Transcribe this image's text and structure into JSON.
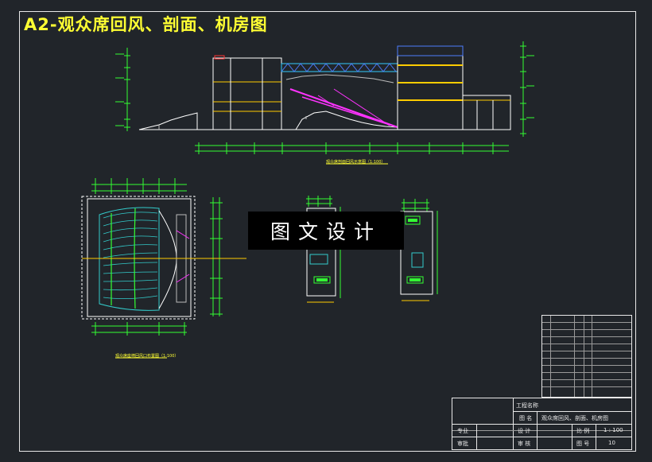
{
  "drawing": {
    "title": "A2-观众席回风、剖面、机房图",
    "watermark": "图文设计",
    "section_caption": "观众席剖面回风示意图（1:100）",
    "plan_caption": "观众席座椅回风口布置图（1:100）"
  },
  "title_block": {
    "project_label": "工程名称",
    "drawing_label": "图 名",
    "drawing_name": "观众席回风、剖面、机房图",
    "major_label": "专业",
    "design_label": "设 计",
    "scale_label": "比 例",
    "scale_value": "1 : 100",
    "approve_label": "审批",
    "review_label": "审 核",
    "sheet_label": "图 号",
    "sheet_value": "10"
  },
  "colors": {
    "background": "#21252a",
    "frame": "#e8e8e8",
    "title": "#ffff33",
    "green": "#33ff33",
    "yellow": "#ffcc00",
    "magenta": "#ff33ff",
    "cyan": "#33cccc",
    "blue": "#4d7dff"
  }
}
